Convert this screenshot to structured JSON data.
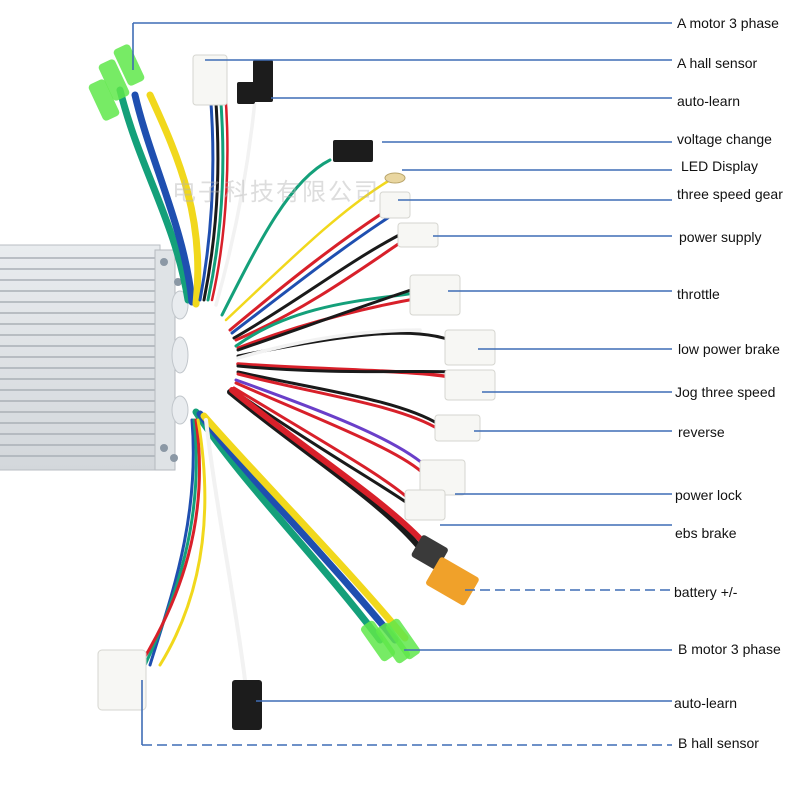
{
  "title": "Dual-motor e-bike controller wiring diagram",
  "watermark": "电子科技有限公司",
  "accent_line_color": "#3f6db5",
  "labels": [
    {
      "id": "a-motor-3-phase",
      "text": "A motor 3 phase"
    },
    {
      "id": "a-hall-sensor",
      "text": "A hall sensor"
    },
    {
      "id": "auto-learn-a",
      "text": "auto-learn"
    },
    {
      "id": "voltage-change",
      "text": "voltage change"
    },
    {
      "id": "led-display",
      "text": "LED Display"
    },
    {
      "id": "three-speed-gear",
      "text": "three speed  gear"
    },
    {
      "id": "power-supply",
      "text": "power supply"
    },
    {
      "id": "throttle",
      "text": "throttle"
    },
    {
      "id": "low-power-brake",
      "text": "low power brake"
    },
    {
      "id": "jog-three-speed",
      "text": "Jog three speed"
    },
    {
      "id": "reverse",
      "text": "reverse"
    },
    {
      "id": "power-lock",
      "text": "power lock"
    },
    {
      "id": "ebs-brake",
      "text": "ebs brake"
    },
    {
      "id": "battery",
      "text": "battery +/-"
    },
    {
      "id": "b-motor-3-phase",
      "text": "B motor 3 phase"
    },
    {
      "id": "auto-learn-b",
      "text": "auto-learn"
    },
    {
      "id": "b-hall-sensor",
      "text": "B  hall sensor"
    }
  ],
  "wire_colors": {
    "yellow": "#f1d81c",
    "blue": "#1f4fb0",
    "green": "#14a07a",
    "red": "#d8202a",
    "black": "#1a1a1a",
    "white": "#f2f2f2",
    "purple": "#6a3fc9",
    "orange": "#f0a12a",
    "sleeve_green": "#5fe84a"
  }
}
